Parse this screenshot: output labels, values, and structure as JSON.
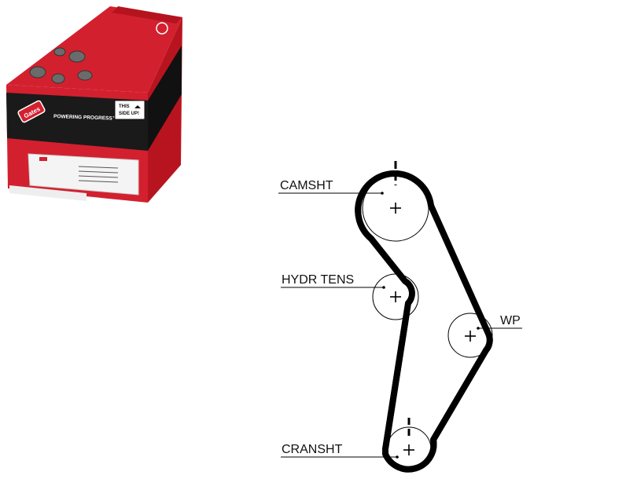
{
  "product_box": {
    "brand": "Gates",
    "slogan": "POWERING PROGRESS™",
    "orientation_note_line1": "THIS",
    "orientation_note_line2": "SIDE UP!",
    "colors": {
      "red": "#d3202f",
      "dark_red": "#a8121f",
      "black": "#1a1a1a",
      "white": "#ffffff"
    }
  },
  "diagram": {
    "pulleys": [
      {
        "id": "camsht",
        "label": "CAMSHT"
      },
      {
        "id": "hydr",
        "label": "HYDR TENS"
      },
      {
        "id": "wp",
        "label": "WP"
      },
      {
        "id": "cransht",
        "label": "CRANSHT"
      }
    ],
    "belt_color": "#000000"
  }
}
